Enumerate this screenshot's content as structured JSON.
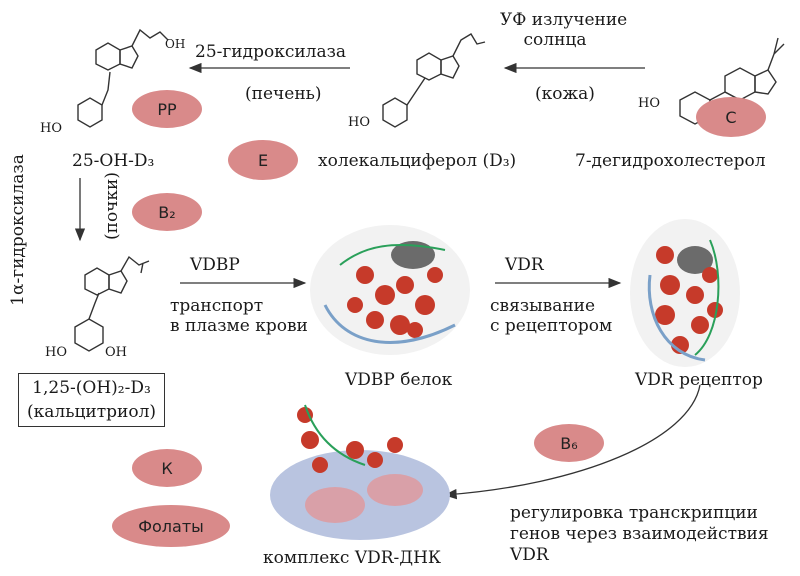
{
  "step1": {
    "line1": "УФ излучение",
    "line2": "солнца",
    "organ": "(кожа)"
  },
  "step2": {
    "enzyme": "25-гидроксилаза",
    "organ": "(печень)"
  },
  "compound_7dhc": "7-дегидрохолестерол",
  "compound_d3": "холекальциферол (D₃)",
  "compound_25oh": "25-OH-D₃",
  "step3": {
    "enzyme": "1α-гидроксилаза",
    "organ": "(почки)"
  },
  "calcitriol": {
    "line1": "1,25-(OH)₂-D₃",
    "line2": "(кальцитриол)"
  },
  "transport": {
    "label": "VDBP",
    "line1": "транспорт",
    "line2": "в плазме крови"
  },
  "binding": {
    "label": "VDR",
    "line1": "связывание",
    "line2": "с рецептором"
  },
  "protein_vdbp": "VDBP белок",
  "protein_vdr": "VDR рецептор",
  "complex": "комплекс VDR-ДНК",
  "regulation": {
    "line1": "регулировка транскрипции",
    "line2": "генов через взаимодействия",
    "line3": "VDR"
  },
  "badges": {
    "c": "С",
    "pp": "PP",
    "e": "Е",
    "b2": "B₂",
    "b6": "B₆",
    "k": "К",
    "folates": "Фолаты"
  },
  "ho_label": "HO",
  "oh_label": "OH",
  "badge_color": "#d98a8a"
}
